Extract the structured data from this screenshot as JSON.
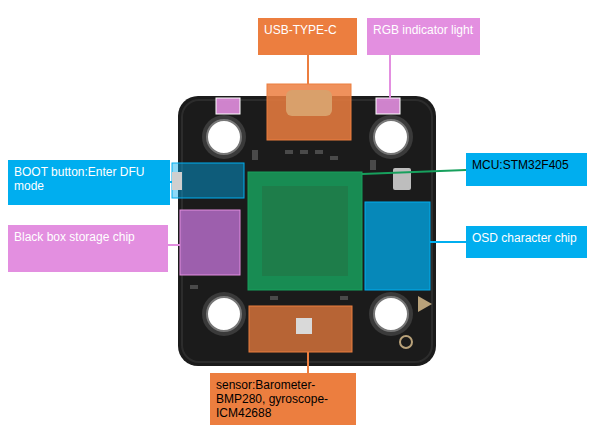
{
  "diagram": {
    "nodes": [
      {
        "text": [
          "USB-TYPE-C"
        ]
      },
      {
        "text": [
          "RGB indicator light"
        ]
      },
      {
        "text": [
          "BOOT button:Enter DFU mode"
        ]
      },
      {
        "text": [
          "MCU:STM32F405"
        ]
      },
      {
        "text": [
          "Black box storage chip"
        ]
      },
      {
        "text": [
          "OSD character chip"
        ]
      },
      {
        "text": [
          "sensor:Barometer-BMP280, gyroscope-ICM42688"
        ]
      }
    ]
  }
}
